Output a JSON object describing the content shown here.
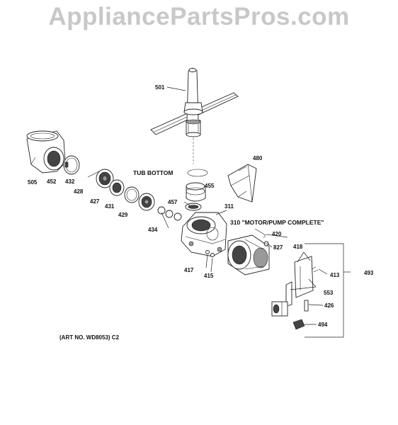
{
  "watermark": "AppliancePartsPros.com",
  "labels": {
    "p501": "501",
    "p480": "480",
    "p505": "505",
    "p452": "452",
    "p432": "432",
    "tub_bottom": "TUB BOTTOM",
    "p455": "455",
    "p428": "428",
    "p427": "427",
    "p431": "431",
    "p429": "429",
    "p457": "457",
    "p311": "311",
    "p434": "434",
    "motor_pump": "310 \"MOTOR/PUMP COMPLETE\"",
    "p420": "420",
    "p827": "827",
    "p418": "418",
    "p493": "493",
    "p413": "413",
    "p417": "417",
    "p415": "415",
    "p553": "553",
    "p426": "426",
    "p494": "494",
    "art_no": "(ART NO. WD8053) C2"
  }
}
